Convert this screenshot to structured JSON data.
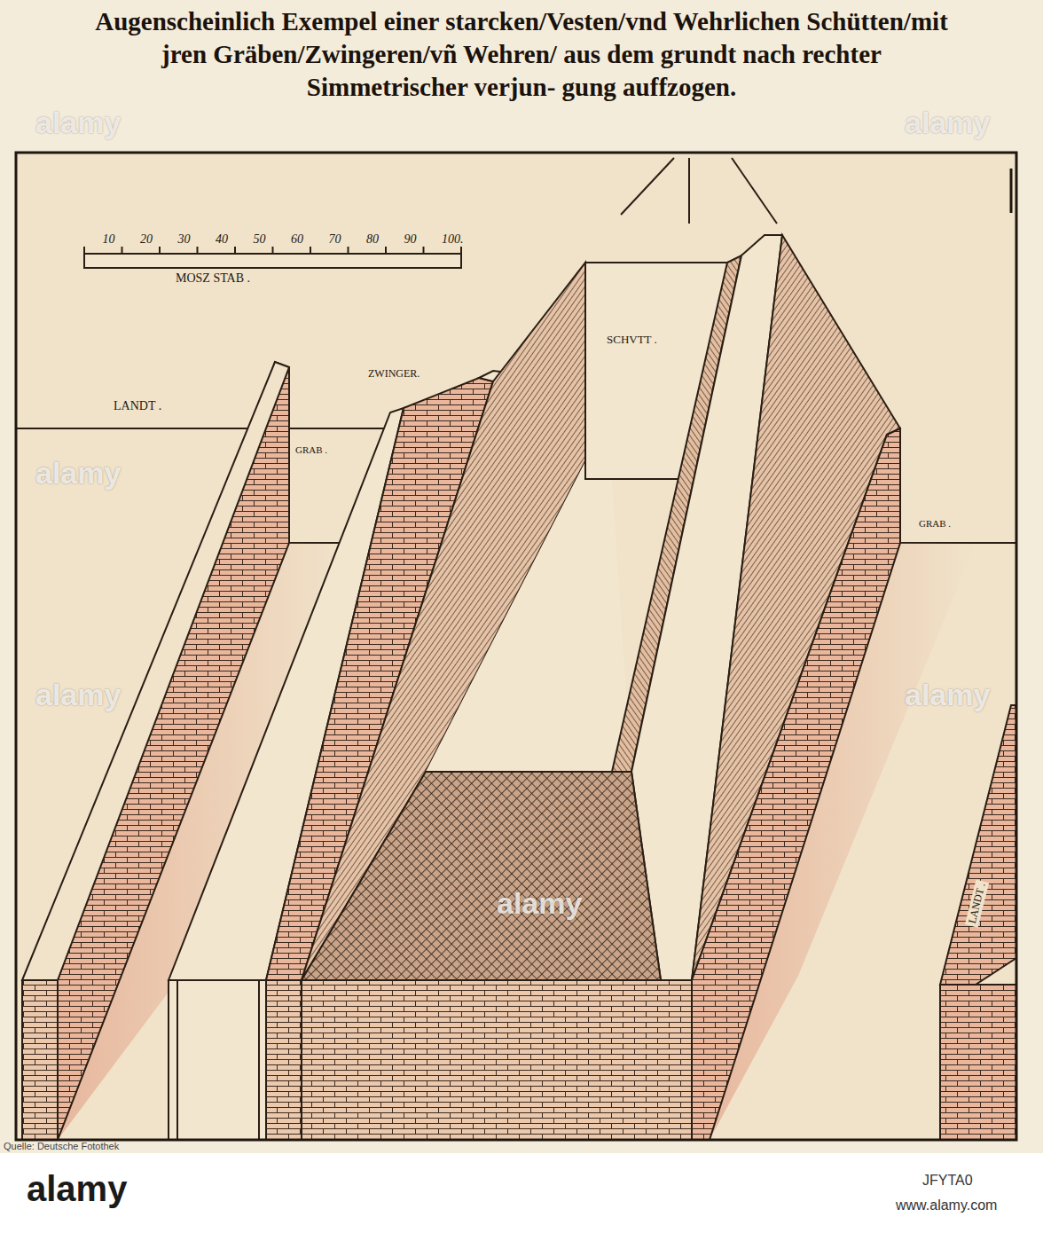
{
  "diagram": {
    "title": "Augenscheinlich Exempel einer starcken/Vesten/vnd Wehrlichen Schütten/mit jren Gräben/Zwingeren/vñ Wehren/ aus dem grundt nach rechter Simmetrischer verjun- gung auffzogen.",
    "labels": [
      "10",
      "20",
      "30",
      "40",
      "50",
      "60",
      "70",
      "80",
      "90",
      "100.",
      "MOSZ STAB .",
      "LANDT .",
      "GRAB .",
      "ZWINGER.",
      "SCHVTT .",
      "GRAB .",
      "LANDT .",
      "Quelle: Deutsche Fotothek",
      "alamy",
      "alamy",
      "alamy",
      "alamy",
      "alamy",
      "alamy",
      "alamy",
      "JFYTA0",
      "www.alamy.com"
    ]
  }
}
